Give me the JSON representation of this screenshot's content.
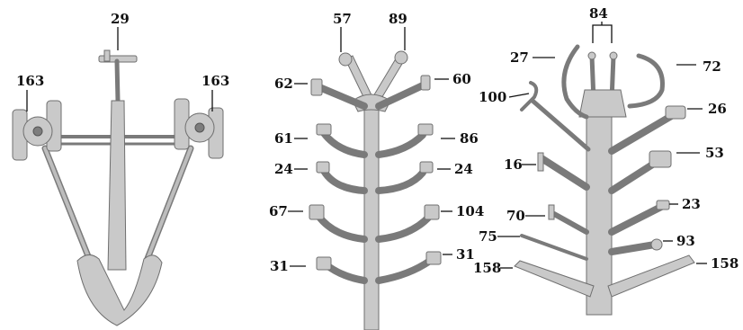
{
  "figure": {
    "panel_a": {
      "labels": {
        "top": "29",
        "left": "163",
        "right": "163"
      }
    },
    "panel_b": {
      "labels": {
        "top_left": "57",
        "top_right": "89",
        "r1_left": "62",
        "r1_right": "60",
        "r2_left": "61",
        "r2_right": "86",
        "r3_left": "24",
        "r3_right": "24",
        "r4_left": "67",
        "r4_right": "104",
        "r5_left": "31",
        "r5_right": "31"
      }
    },
    "panel_c": {
      "labels": {
        "top": "84",
        "hook_left": "27",
        "hook_right": "72",
        "bar_100": "100",
        "right_26": "26",
        "right_53": "53",
        "left_16": "16",
        "right_23": "23",
        "left_70": "70",
        "left_75": "75",
        "right_93": "93",
        "bottom_left": "158",
        "bottom_right": "158"
      }
    }
  }
}
